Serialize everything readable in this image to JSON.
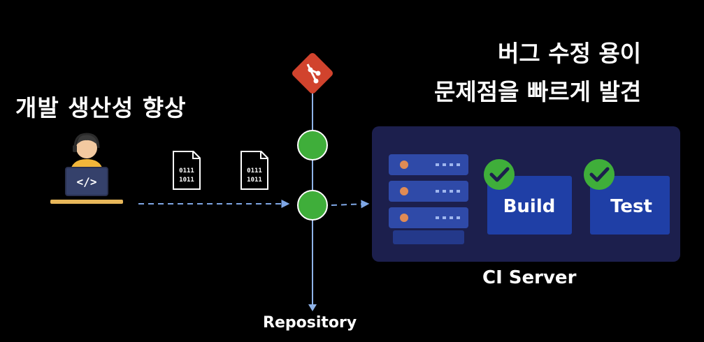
{
  "left_title": "개발 생산성 향상",
  "right_title": {
    "line1": "버그 수정 용이",
    "line2": "문제점을 빠르게 발견"
  },
  "file_icon_text": [
    "0111",
    "1011"
  ],
  "repository_label": "Repository",
  "ci_server": {
    "label": "CI Server",
    "stages": [
      "Build",
      "Test"
    ]
  },
  "colors": {
    "background": "#000000",
    "git_logo": "#d1432d",
    "commit_node": "#3fae3a",
    "ci_panel": "#1c1f4d",
    "stage_box": "#1f3fa6",
    "check_badge": "#3fae3a",
    "timeline": "#5b8fd9"
  },
  "icons": [
    "developer-laptop-icon",
    "binary-file-icon",
    "git-logo-icon",
    "server-rack-icon",
    "check-icon"
  ]
}
